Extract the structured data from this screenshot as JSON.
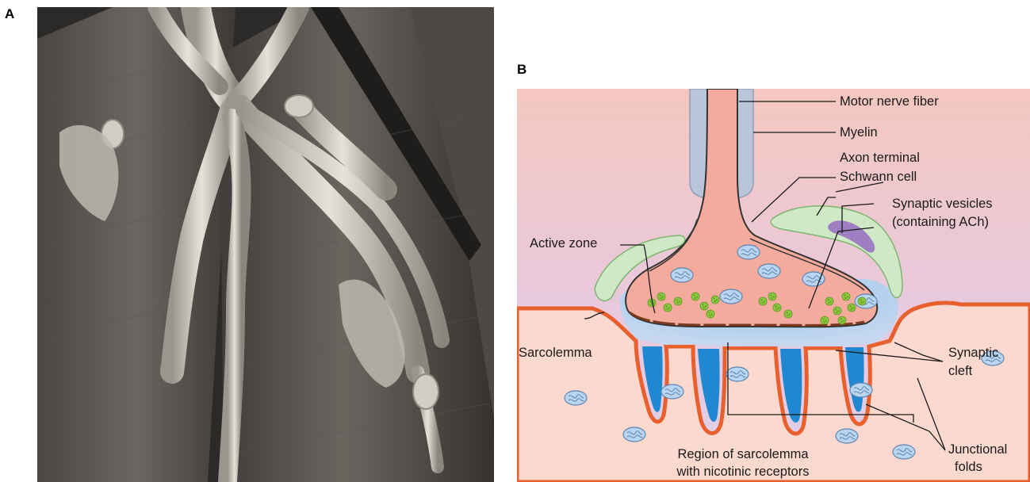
{
  "panels": {
    "a": {
      "letter": "A"
    },
    "b": {
      "letter": "B"
    }
  },
  "labels": {
    "motor_nerve_fiber": "Motor nerve fiber",
    "myelin": "Myelin",
    "axon_terminal": "Axon terminal",
    "schwann_cell": "Schwann cell",
    "synaptic_vesicles_1": "Synaptic vesicles",
    "synaptic_vesicles_2": "(containing ACh)",
    "active_zone": "Active zone",
    "sarcolemma": "Sarcolemma",
    "synaptic_cleft_1": "Synaptic",
    "synaptic_cleft_2": "cleft",
    "region_1": "Region of sarcolemma",
    "region_2": "with nicotinic receptors",
    "junctional_folds_1": "Junctional",
    "junctional_folds_2": "folds"
  },
  "colors": {
    "muscle_fill": "#fbd9cf",
    "background_top": "#f3c9c2",
    "background_mid": "#e9c9d8",
    "axon_fill": "#f4aa9c",
    "myelin_fill": "#b9c6da",
    "schwann_fill": "#cfe9c6",
    "sarcolemma": "#e8602d",
    "cleft_blue": "#2e8fd1",
    "vesicle_green": "#8cc63f"
  }
}
